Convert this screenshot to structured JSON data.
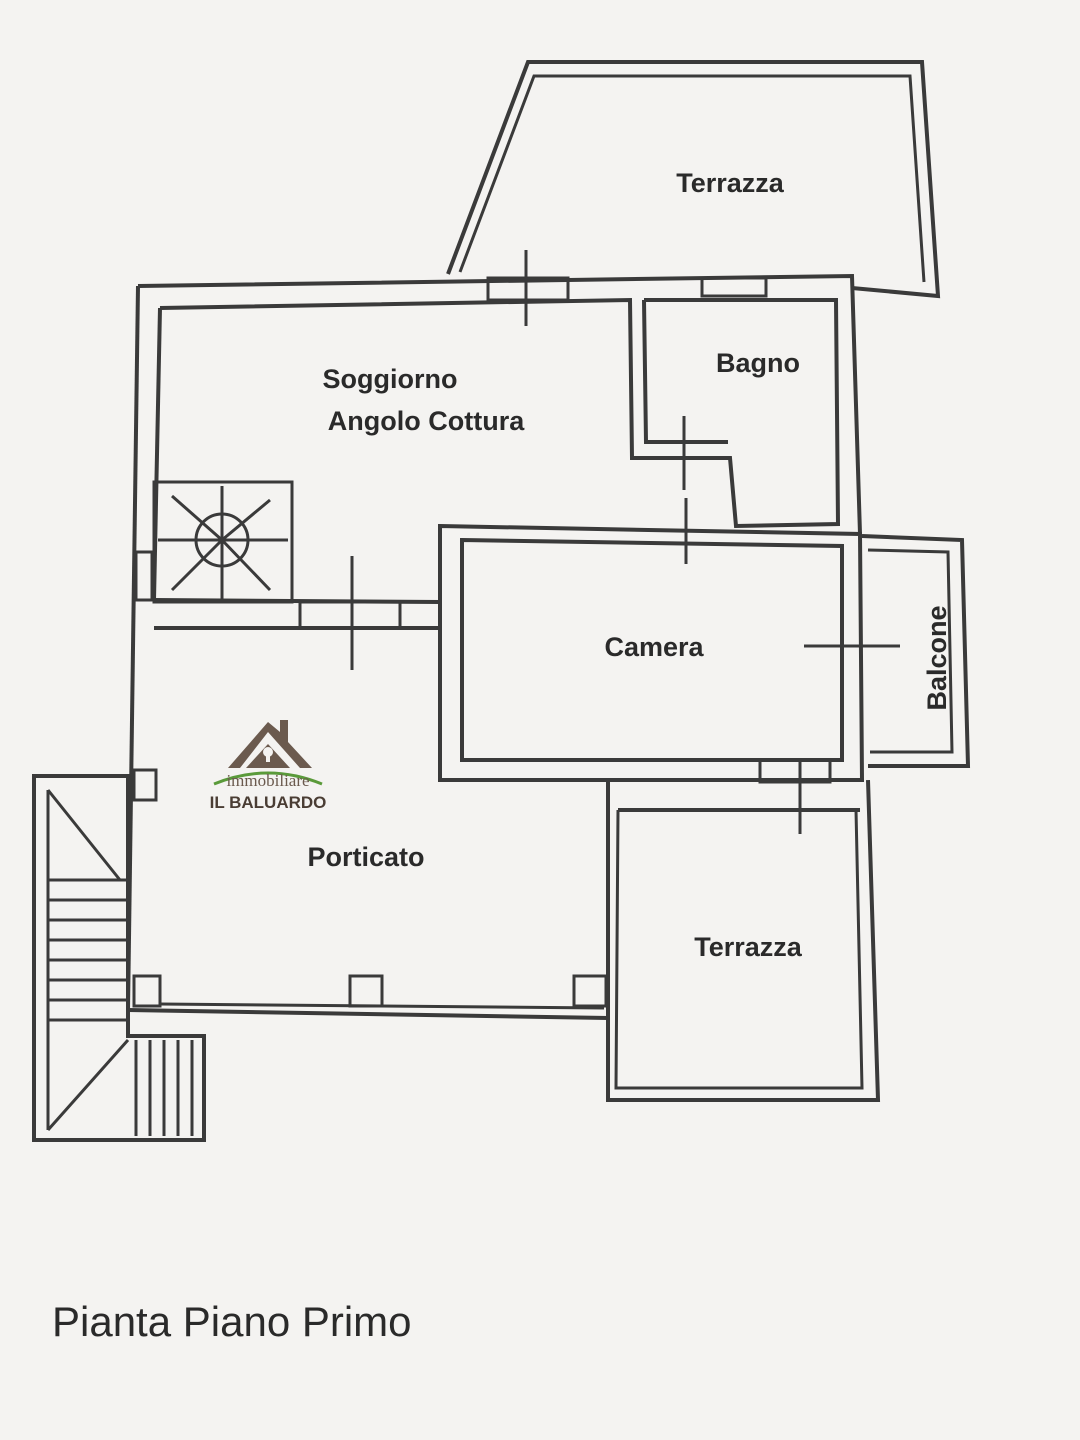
{
  "rooms": {
    "terrazza_top": "Terrazza",
    "soggiorno_line1": "Soggiorno",
    "soggiorno_line2": "Angolo Cottura",
    "bagno": "Bagno",
    "camera": "Camera",
    "balcone": "Balcone",
    "porticato": "Porticato",
    "terrazza_bottom": "Terrazza"
  },
  "caption": "Pianta Piano Primo",
  "logo": {
    "line1": "immobiliare",
    "line2": "IL BALUARDO",
    "colors": {
      "house": "#6b5a4e",
      "arc": "#5a9a3a"
    }
  }
}
